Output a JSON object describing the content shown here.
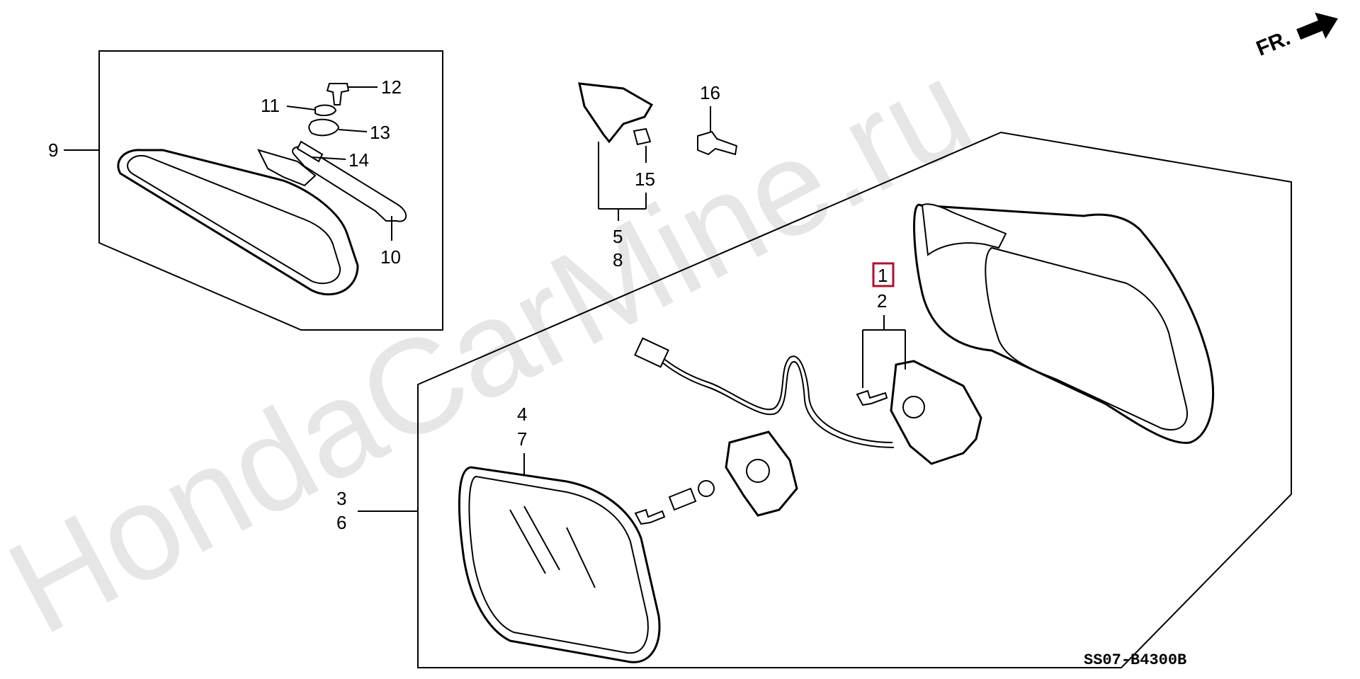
{
  "watermark": "HondaCarMine.ru",
  "direction": {
    "label": "FR."
  },
  "diagram_code": "SS07-B4300B",
  "highlighted_part": "1",
  "callouts": {
    "c9": "9",
    "c11": "11",
    "c12": "12",
    "c13": "13",
    "c14": "14",
    "c10": "10",
    "c16": "16",
    "c15": "15",
    "c5": "5",
    "c8": "8",
    "c1": "1",
    "c2": "2",
    "c4": "4",
    "c7": "7",
    "c3": "3",
    "c6": "6"
  }
}
